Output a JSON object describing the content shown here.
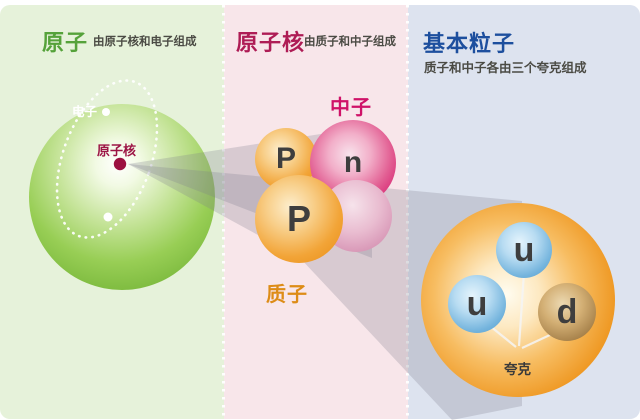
{
  "p1": {
    "title": "原子",
    "subtitle": "由原子核和电子组成",
    "electron_label": "电子",
    "nucleus_label": "原子核"
  },
  "p2": {
    "title": "原子核",
    "subtitle": "由质子和中子组成",
    "neutron_label": "中子",
    "proton_label": "质子",
    "proton_symbol": "P",
    "neutron_symbol": "n",
    "proton2_symbol": "P"
  },
  "p3": {
    "title": "基本粒子",
    "subtitle": "质子和中子各由三个夸克组成",
    "quark_label": "夸克",
    "up1_symbol": "u",
    "up2_symbol": "u",
    "down_symbol": "d"
  },
  "colors": {
    "panel_atom_bg": "#e6f2da",
    "panel_nucleus_bg": "#f8e6ea",
    "panel_elementary_bg": "#dde3ef",
    "title_atom": "#55a23a",
    "title_nucleus": "#ae1c55",
    "title_elementary": "#1d4f9e",
    "neutron_accent": "#cf1268",
    "proton_accent": "#dd8c17",
    "nucleus_dot": "#9c1040"
  }
}
